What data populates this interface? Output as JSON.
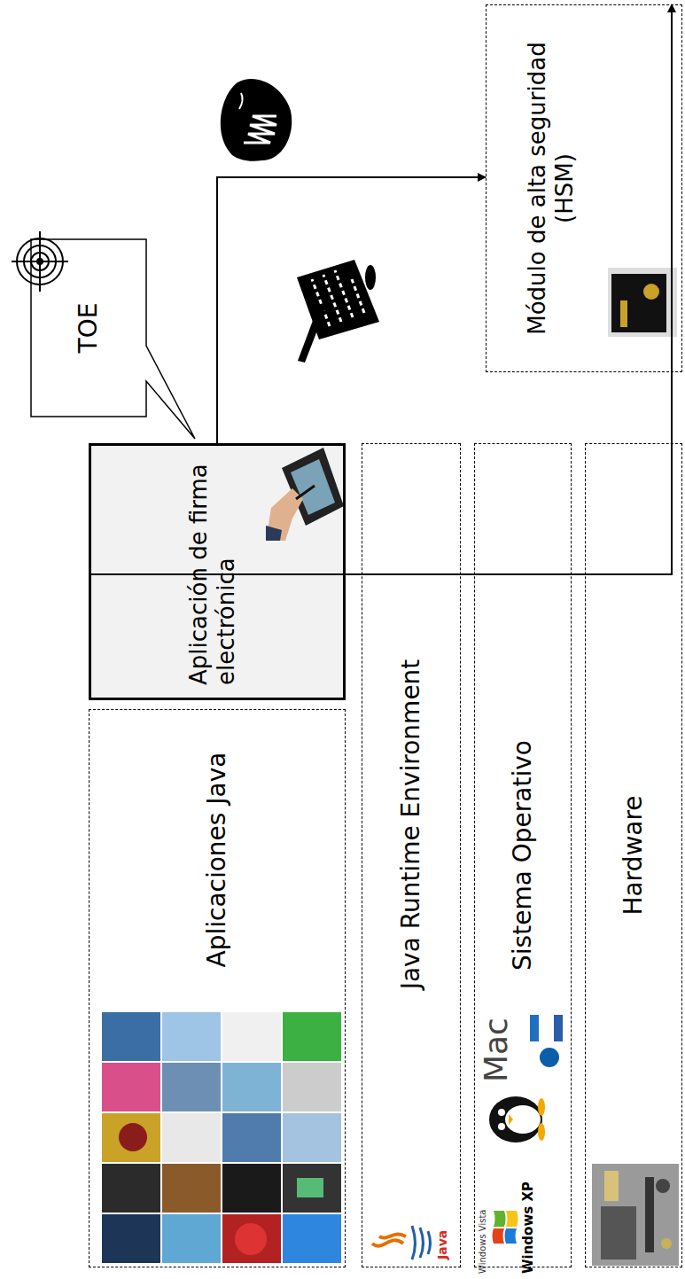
{
  "diagram": {
    "nodes": [
      {
        "text": [
          "Aplicaciones Java"
        ]
      },
      {
        "text": [
          "Aplicación de firma electrónica"
        ]
      },
      {
        "text": [
          "Java Runtime Environment"
        ]
      },
      {
        "text": [
          "Sistema Operativo"
        ]
      },
      {
        "text": [
          "Hardware"
        ]
      },
      {
        "text": [
          "Módulo de alta seguridad (HSM)"
        ]
      },
      {
        "text": [
          "TOE"
        ]
      }
    ],
    "edges": [
      {
        "from": 1,
        "to": 5,
        "arrow": "to"
      },
      {
        "from": 5,
        "to": 1,
        "arrow": "to"
      }
    ],
    "labels": [
      "Java",
      "Windows Vista",
      "Windows XP",
      "Mac"
    ]
  }
}
